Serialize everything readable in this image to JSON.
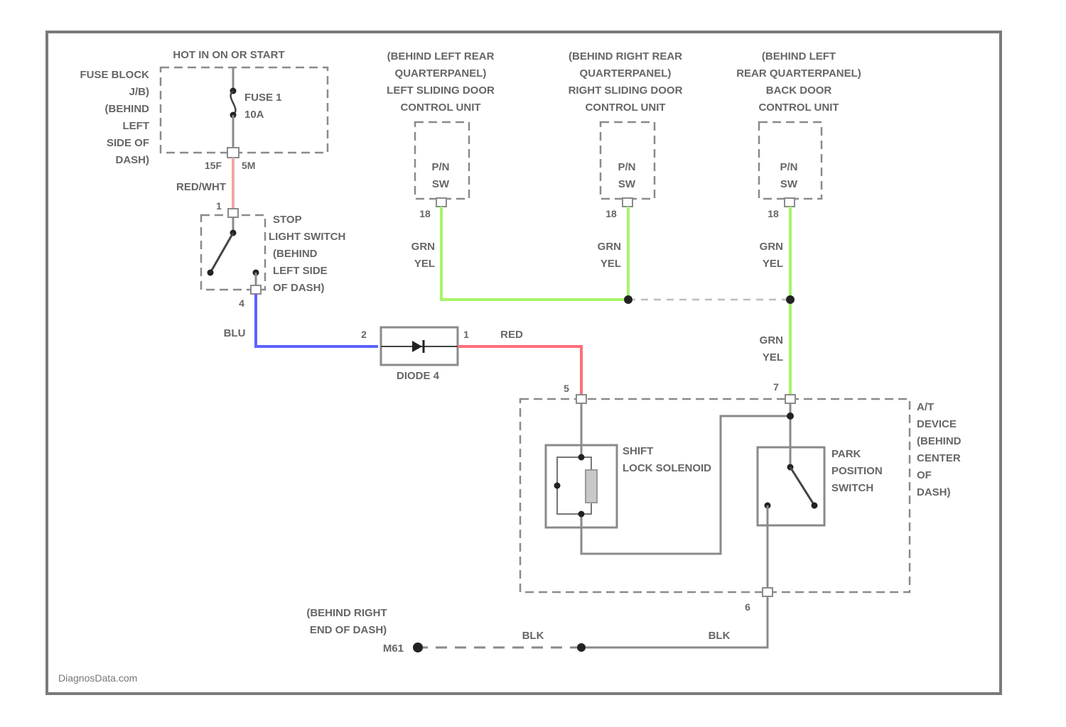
{
  "source_mark": "DiagnosData.com",
  "fuse_block": {
    "location": [
      "FUSE BLOCK",
      "J/B)",
      "(BEHIND",
      "LEFT",
      "SIDE OF",
      "DASH)"
    ],
    "hot_label": "HOT IN ON OR START",
    "fuse_name": "FUSE 1",
    "fuse_rating": "10A",
    "pin_left": "15F",
    "pin_right": "5M"
  },
  "stop_light_switch": {
    "label": [
      "STOP",
      "LIGHT SWITCH",
      "(BEHIND",
      "LEFT SIDE",
      "OF DASH)"
    ],
    "pin_top": "1",
    "pin_bottom": "4"
  },
  "modules": [
    {
      "title": [
        "(BEHIND LEFT REAR",
        "QUARTERPANEL)",
        "LEFT SLIDING DOOR",
        "CONTROL UNIT"
      ],
      "inner": [
        "P/N",
        "SW"
      ],
      "pin": "18"
    },
    {
      "title": [
        "(BEHIND RIGHT REAR",
        "QUARTERPANEL)",
        "RIGHT SLIDING DOOR",
        "CONTROL UNIT"
      ],
      "inner": [
        "P/N",
        "SW"
      ],
      "pin": "18"
    },
    {
      "title": [
        "(BEHIND LEFT",
        "REAR QUARTERPANEL)",
        "BACK DOOR",
        "CONTROL UNIT"
      ],
      "inner": [
        "P/N",
        "SW"
      ],
      "pin": "18"
    }
  ],
  "wires": {
    "fuse_to_switch": "RED/WHT",
    "switch_to_diode": "BLU",
    "diode_to_at": "RED",
    "pn_left": [
      "GRN",
      "YEL"
    ],
    "pn_mid": [
      "GRN",
      "YEL"
    ],
    "pn_right": [
      "GRN",
      "YEL"
    ],
    "pn_to_at": [
      "GRN",
      "YEL"
    ],
    "ground_left": "BLK",
    "ground_right": "BLK"
  },
  "diode": {
    "label": "DIODE 4",
    "pin_left": "2",
    "pin_right": "1"
  },
  "at_device": {
    "label": [
      "A/T",
      "DEVICE",
      "(BEHIND",
      "CENTER",
      "OF",
      "DASH)"
    ],
    "pin_red": "5",
    "pin_grn": "7",
    "pin_gnd": "6",
    "solenoid_label": [
      "SHIFT",
      "LOCK SOLENOID"
    ],
    "park_label": [
      "PARK",
      "POSITION",
      "SWITCH"
    ]
  },
  "ground": {
    "label": [
      "(BEHIND RIGHT",
      "END OF DASH)"
    ],
    "id": "M61"
  },
  "colors": {
    "red_wht": "#f2a6a6",
    "blu": "#5b63ff",
    "red": "#ff6f7a",
    "grn_yel": "#a6f56a",
    "gray": "#8a8a8a"
  }
}
